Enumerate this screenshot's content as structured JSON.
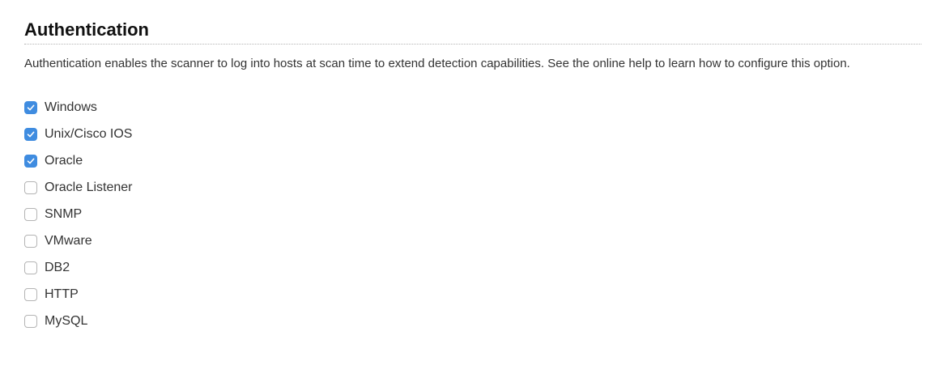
{
  "section": {
    "title": "Authentication",
    "description": "Authentication enables the scanner to log into hosts at scan time to extend detection capabilities. See the online help to learn how to configure this option."
  },
  "options": [
    {
      "label": "Windows",
      "checked": true
    },
    {
      "label": "Unix/Cisco IOS",
      "checked": true
    },
    {
      "label": "Oracle",
      "checked": true
    },
    {
      "label": "Oracle Listener",
      "checked": false
    },
    {
      "label": "SNMP",
      "checked": false
    },
    {
      "label": "VMware",
      "checked": false
    },
    {
      "label": "DB2",
      "checked": false
    },
    {
      "label": "HTTP",
      "checked": false
    },
    {
      "label": "MySQL",
      "checked": false
    }
  ],
  "colors": {
    "accent": "#3f8ce0",
    "text": "#333333",
    "heading": "#111111"
  },
  "icons": {
    "check": "checkmark-icon"
  }
}
